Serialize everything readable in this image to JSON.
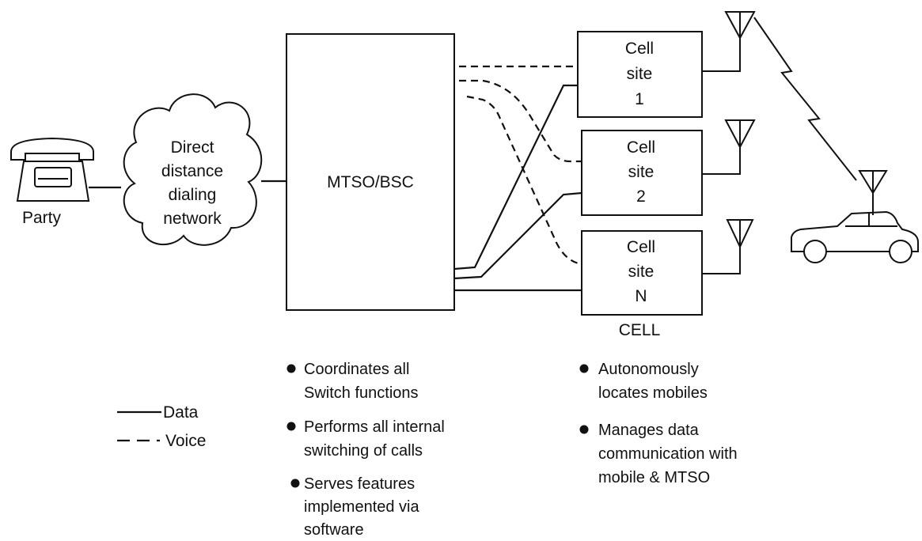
{
  "party_label": "Party",
  "network": {
    "lines": [
      "Direct",
      "distance",
      "dialing",
      "network"
    ]
  },
  "mtso": {
    "label": "MTSO/BSC"
  },
  "cell_sites": [
    {
      "lines": [
        "Cell",
        "site",
        "1"
      ]
    },
    {
      "lines": [
        "Cell",
        "site",
        "2"
      ]
    },
    {
      "lines": [
        "Cell",
        "site",
        "N"
      ]
    }
  ],
  "cell_label": "CELL",
  "legend": {
    "data": "Data",
    "voice": "Voice"
  },
  "mtso_bullets": [
    {
      "lines": [
        "Coordinates all",
        "Switch  functions"
      ]
    },
    {
      "lines": [
        "Performs all internal",
        "switching of calls"
      ]
    },
    {
      "lines": [
        "Serves  features",
        "implemented  via",
        "software"
      ]
    }
  ],
  "cell_bullets": [
    {
      "lines": [
        "Autonomously",
        "locates mobiles"
      ]
    },
    {
      "lines": [
        "Manages data",
        "communication with",
        "mobile & MTSO"
      ]
    }
  ]
}
